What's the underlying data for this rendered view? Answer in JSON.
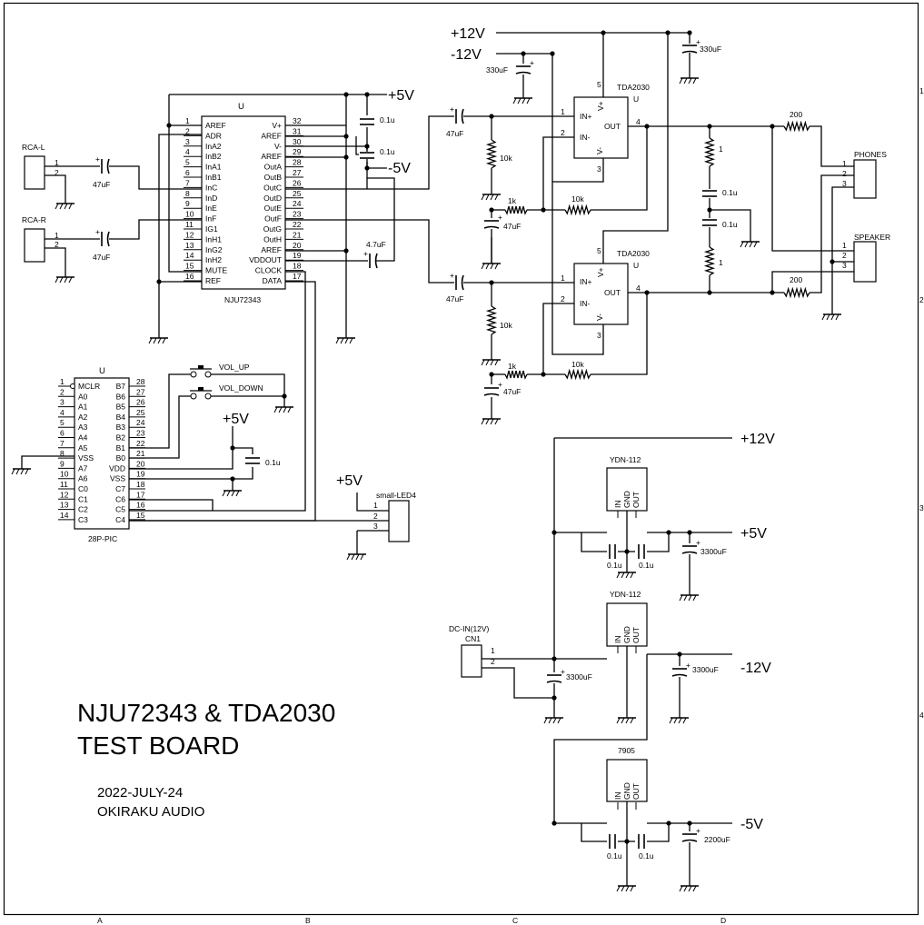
{
  "title": {
    "line1": "NJU72343 & TDA2030",
    "line2": "TEST BOARD"
  },
  "meta": {
    "date": "2022-JULY-24",
    "author": "OKIRAKU AUDIO"
  },
  "frame": {
    "cols": [
      "A",
      "B",
      "C",
      "D"
    ],
    "rows": [
      "1",
      "2",
      "3",
      "4"
    ]
  },
  "nju": {
    "ref": "U",
    "part": "NJU72343",
    "left_pins": [
      {
        "n": "1",
        "name": "AREF"
      },
      {
        "n": "2",
        "name": "ADR"
      },
      {
        "n": "3",
        "name": "InA2"
      },
      {
        "n": "4",
        "name": "InB2"
      },
      {
        "n": "5",
        "name": "InA1"
      },
      {
        "n": "6",
        "name": "InB1"
      },
      {
        "n": "7",
        "name": "InC"
      },
      {
        "n": "8",
        "name": "InD"
      },
      {
        "n": "9",
        "name": "InE"
      },
      {
        "n": "10",
        "name": "InF"
      },
      {
        "n": "11",
        "name": "IG1"
      },
      {
        "n": "12",
        "name": "InH1"
      },
      {
        "n": "13",
        "name": "InG2"
      },
      {
        "n": "14",
        "name": "InH2"
      },
      {
        "n": "15",
        "name": "MUTE"
      },
      {
        "n": "16",
        "name": "REF"
      }
    ],
    "right_pins": [
      {
        "n": "32",
        "name": "V+"
      },
      {
        "n": "31",
        "name": "AREF"
      },
      {
        "n": "30",
        "name": "V-"
      },
      {
        "n": "29",
        "name": "AREF"
      },
      {
        "n": "28",
        "name": "OutA"
      },
      {
        "n": "27",
        "name": "OutB"
      },
      {
        "n": "26",
        "name": "OutC"
      },
      {
        "n": "25",
        "name": "OutD"
      },
      {
        "n": "24",
        "name": "OutE"
      },
      {
        "n": "23",
        "name": "OutF"
      },
      {
        "n": "22",
        "name": "OutG"
      },
      {
        "n": "21",
        "name": "OutH"
      },
      {
        "n": "20",
        "name": "AREF"
      },
      {
        "n": "19",
        "name": "VDDOUT"
      },
      {
        "n": "18",
        "name": "CLOCK"
      },
      {
        "n": "17",
        "name": "DATA"
      }
    ]
  },
  "pic": {
    "ref": "U",
    "part": "28P-PIC",
    "left_pins": [
      {
        "n": "1",
        "name": "MCLR"
      },
      {
        "n": "2",
        "name": "A0"
      },
      {
        "n": "3",
        "name": "A1"
      },
      {
        "n": "4",
        "name": "A2"
      },
      {
        "n": "5",
        "name": "A3"
      },
      {
        "n": "6",
        "name": "A4"
      },
      {
        "n": "7",
        "name": "A5"
      },
      {
        "n": "8",
        "name": "VSS"
      },
      {
        "n": "9",
        "name": "A7"
      },
      {
        "n": "10",
        "name": "A6"
      },
      {
        "n": "11",
        "name": "C0"
      },
      {
        "n": "12",
        "name": "C1"
      },
      {
        "n": "13",
        "name": "C2"
      },
      {
        "n": "14",
        "name": "C3"
      }
    ],
    "right_pins": [
      {
        "n": "28",
        "name": "B7"
      },
      {
        "n": "27",
        "name": "B6"
      },
      {
        "n": "26",
        "name": "B5"
      },
      {
        "n": "25",
        "name": "B4"
      },
      {
        "n": "24",
        "name": "B3"
      },
      {
        "n": "23",
        "name": "B2"
      },
      {
        "n": "22",
        "name": "B1"
      },
      {
        "n": "21",
        "name": "B0"
      },
      {
        "n": "20",
        "name": "VDD"
      },
      {
        "n": "19",
        "name": "VSS"
      },
      {
        "n": "18",
        "name": "C7"
      },
      {
        "n": "17",
        "name": "C6"
      },
      {
        "n": "16",
        "name": "C5"
      },
      {
        "n": "15",
        "name": "C4"
      }
    ]
  },
  "amp": {
    "part": "TDA2030",
    "ref": "U",
    "in_plus": "IN+",
    "in_minus": "IN-",
    "out": "OUT",
    "vplus": "V+",
    "vminus": "V-",
    "p1": "1",
    "p2": "2",
    "p3": "3",
    "p4": "4",
    "p5": "5"
  },
  "connectors": {
    "rca_l": "RCA-L",
    "rca_r": "RCA-R",
    "phones": "PHONES",
    "speaker": "SPEAKER",
    "led": "small-LED4",
    "dcin": "DC-IN(12V)",
    "cn1": "CN1"
  },
  "switches": {
    "up": "VOL_UP",
    "down": "VOL_DOWN"
  },
  "rails": {
    "p12": "+12V",
    "m12": "-12V",
    "p5": "+5V",
    "m5": "-5V"
  },
  "values": {
    "c47": "47uF",
    "c01": "0.1u",
    "c4u7": "4.7uF",
    "c330": "330uF",
    "c330b": "330uF",
    "c3300": "3300uF",
    "c2200": "2200uF",
    "r10k": "10k",
    "r1k": "1k",
    "r200": "200",
    "r1": "1"
  },
  "regs": {
    "r1": "YDN-112",
    "r2": "YDN-112",
    "r3": "7905",
    "pins": [
      "IN",
      "GND",
      "OUT"
    ]
  }
}
